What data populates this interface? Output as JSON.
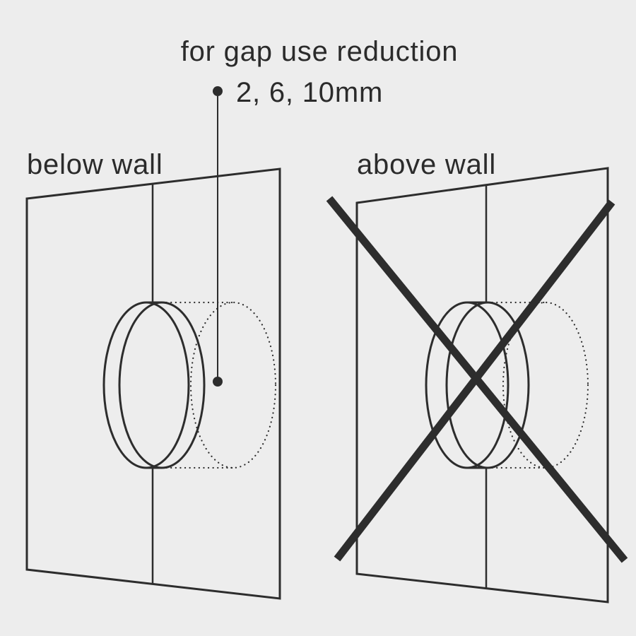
{
  "annotation": {
    "line1": "for gap use reduction",
    "line2": "2, 6, 10mm"
  },
  "panels": {
    "left": {
      "label": "below wall"
    },
    "right": {
      "label": "above wall"
    }
  },
  "colors": {
    "background": "#ededed",
    "line": "#2d2d2d",
    "text": "#2b2b2b"
  }
}
